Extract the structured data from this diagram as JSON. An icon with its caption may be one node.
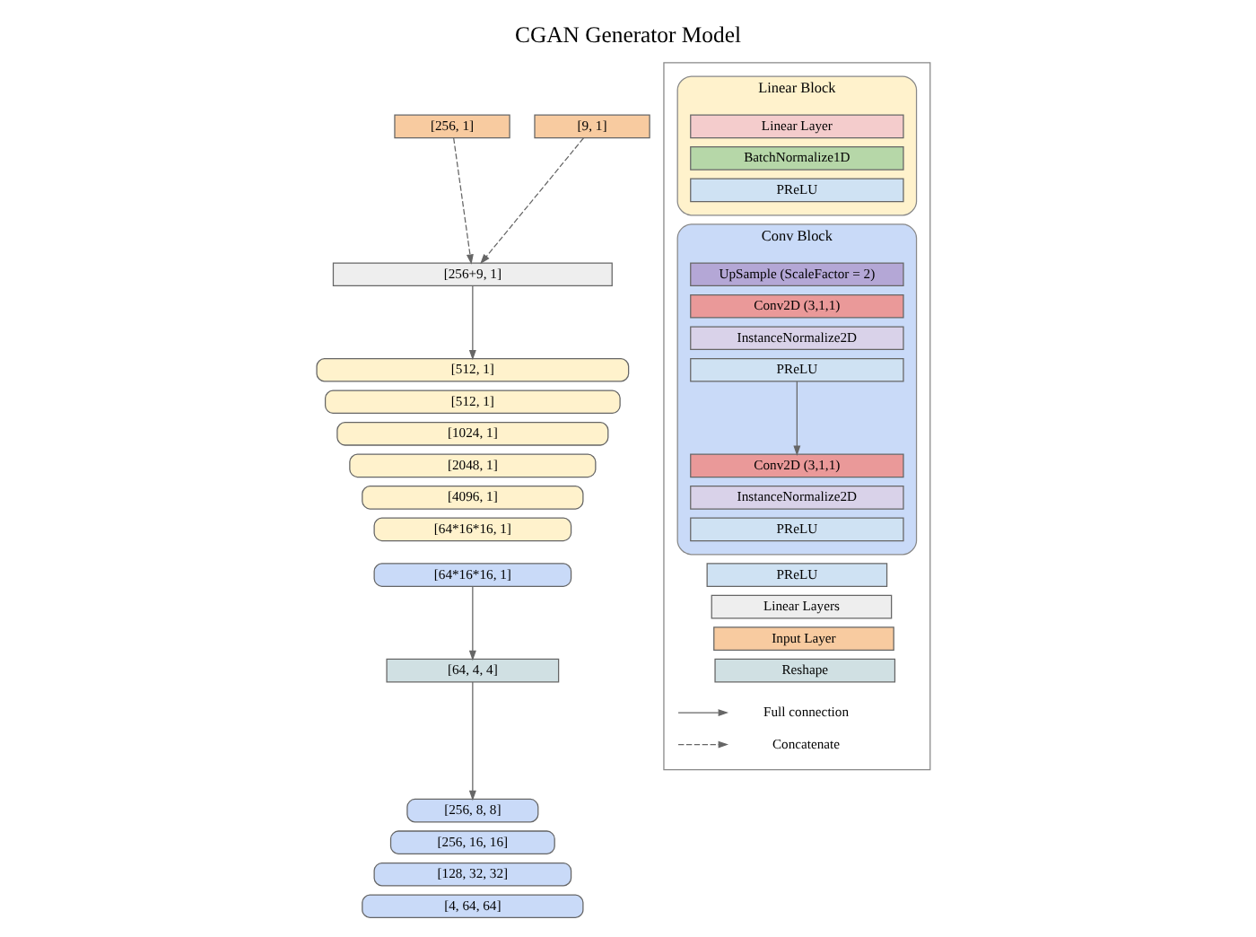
{
  "diagram": {
    "title": "CGAN Generator Model",
    "nodes": [
      {
        "text": [
          "[256, 1]"
        ]
      },
      {
        "text": [
          "[9, 1]"
        ]
      },
      {
        "text": [
          "[256+9, 1]"
        ]
      },
      {
        "text": [
          "[512, 1]"
        ]
      },
      {
        "text": [
          "[512, 1]"
        ]
      },
      {
        "text": [
          "[1024, 1]"
        ]
      },
      {
        "text": [
          "[2048, 1]"
        ]
      },
      {
        "text": [
          "[4096, 1]"
        ]
      },
      {
        "text": [
          "[64*16*16, 1]"
        ]
      },
      {
        "text": [
          "[64*16*16, 1]"
        ]
      },
      {
        "text": [
          "[64, 4, 4]"
        ]
      },
      {
        "text": [
          "[256, 8, 8]"
        ]
      },
      {
        "text": [
          "[256, 16, 16]"
        ]
      },
      {
        "text": [
          "[128, 32, 32]"
        ]
      },
      {
        "text": [
          "[4, 64, 64]"
        ]
      },
      {
        "text": [],
        "shape": "box"
      },
      {
        "text": [
          "Linear Block"
        ],
        "in": 15
      },
      {
        "text": [
          "Linear Layer"
        ],
        "in": 16
      },
      {
        "text": [
          "BatchNormalize1D"
        ],
        "in": 16
      },
      {
        "text": [
          "PReLU"
        ],
        "in": 16
      },
      {
        "text": [
          "Conv Block"
        ],
        "in": 15
      },
      {
        "text": [
          "UpSample (ScaleFactor = 2)"
        ],
        "in": 20
      },
      {
        "text": [
          "Conv2D (3,1,1)"
        ],
        "in": 20
      },
      {
        "text": [
          "InstanceNormalize2D"
        ],
        "in": 20
      },
      {
        "text": [
          "PReLU"
        ],
        "in": 20
      },
      {
        "text": [
          "Conv2D (3,1,1)"
        ],
        "in": 20
      },
      {
        "text": [
          "InstanceNormalize2D"
        ],
        "in": 20
      },
      {
        "text": [
          "PReLU"
        ],
        "in": 20
      },
      {
        "text": [
          "PReLU"
        ],
        "in": 15
      },
      {
        "text": [
          "Linear Layers"
        ],
        "in": 15
      },
      {
        "text": [
          "Input Layer"
        ],
        "in": 15
      },
      {
        "text": [
          "Reshape"
        ],
        "in": 15
      }
    ],
    "edges": [
      {
        "from": 0,
        "to": 2,
        "arrow": "to",
        "style": "dashed"
      },
      {
        "from": 1,
        "to": 2,
        "arrow": "to",
        "style": "dashed"
      },
      {
        "from": 2,
        "to": 3,
        "arrow": "to"
      },
      {
        "from": 9,
        "to": 10,
        "arrow": "to"
      },
      {
        "from": 10,
        "to": 11,
        "arrow": "to"
      },
      {
        "from": 24,
        "to": 25,
        "arrow": "to"
      }
    ],
    "legend": [
      {
        "text": "Full connection"
      },
      {
        "text": "Concatenate"
      }
    ]
  }
}
